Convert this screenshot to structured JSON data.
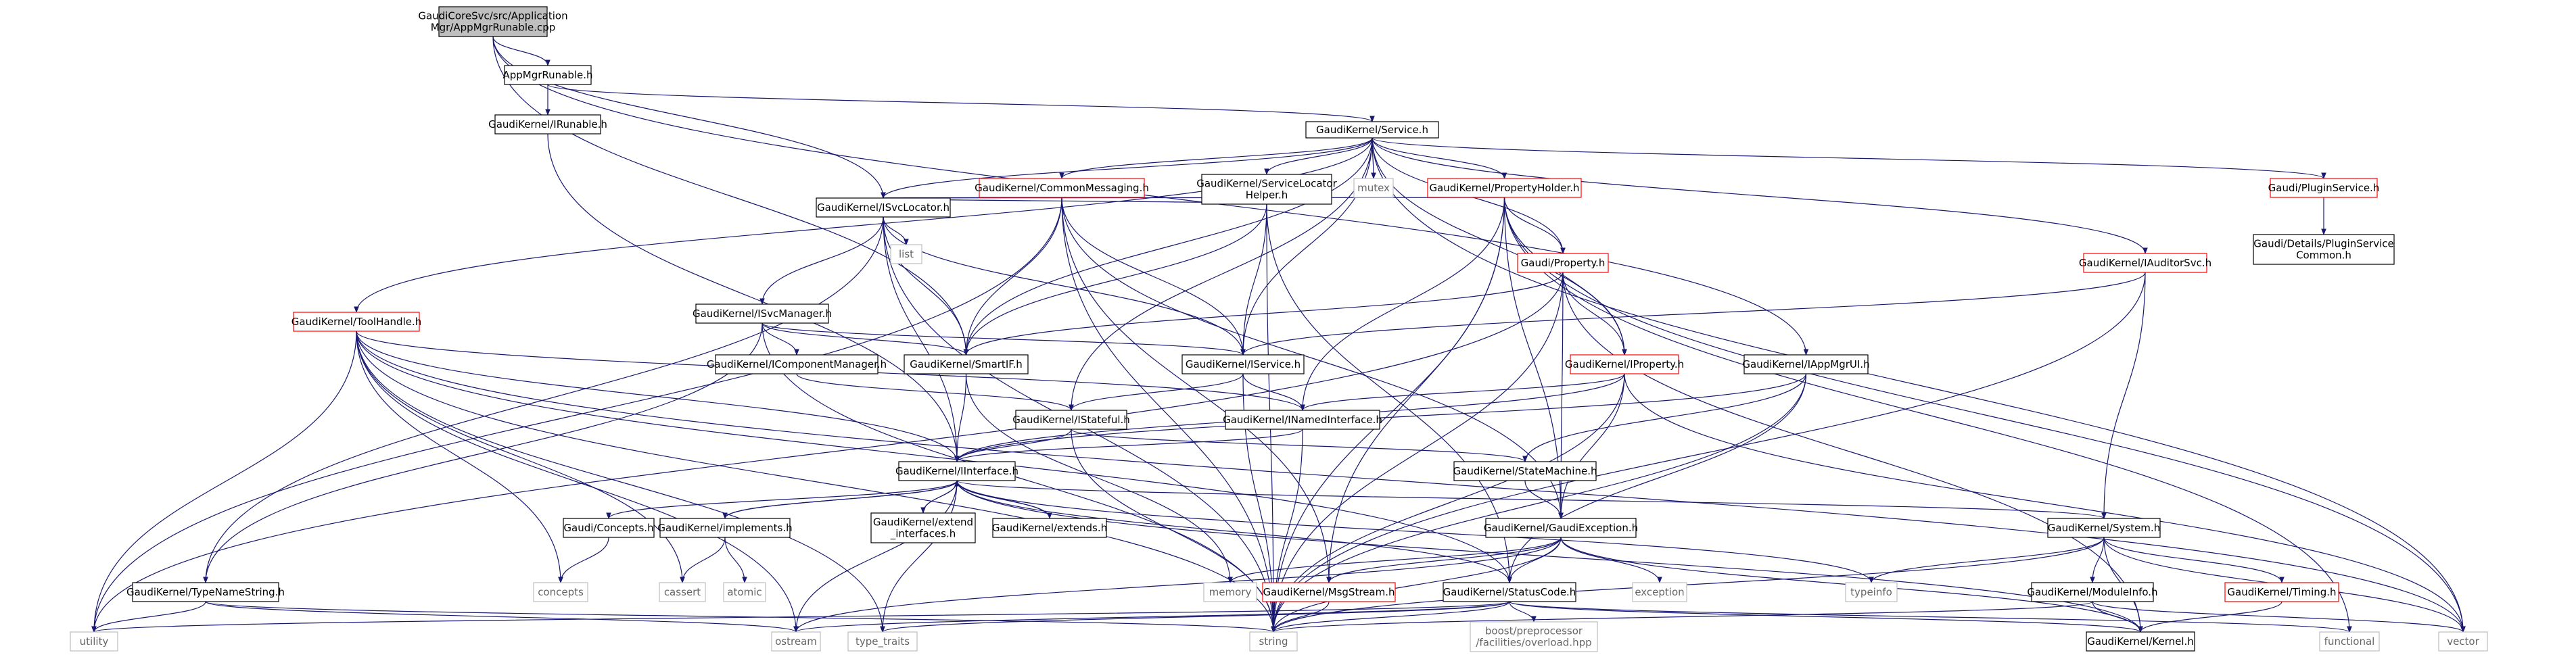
{
  "colors": {
    "edge": "#191970",
    "root_fill": "#bfbfbf",
    "red_border": "#ff0000",
    "grey_border": "#bfbfbf",
    "grey_text": "#666666"
  },
  "nodes": {
    "root": {
      "lines": [
        "GaudiCoreSvc/src/Application",
        "Mgr/AppMgrRunable.cpp"
      ],
      "style": "root"
    },
    "appmgrrunable": {
      "lines": [
        "AppMgrRunable.h"
      ],
      "style": "normal"
    },
    "irunable": {
      "lines": [
        "GaudiKernel/IRunable.h"
      ],
      "style": "normal"
    },
    "service": {
      "lines": [
        "GaudiKernel/Service.h"
      ],
      "style": "normal"
    },
    "commonmessaging": {
      "lines": [
        "GaudiKernel/CommonMessaging.h"
      ],
      "style": "red"
    },
    "servicelocatorhelper": {
      "lines": [
        "GaudiKernel/ServiceLocator",
        "Helper.h"
      ],
      "style": "normal"
    },
    "mutex": {
      "lines": [
        "mutex"
      ],
      "style": "grey"
    },
    "propertyholder": {
      "lines": [
        "GaudiKernel/PropertyHolder.h"
      ],
      "style": "red"
    },
    "pluginservice": {
      "lines": [
        "Gaudi/PluginService.h"
      ],
      "style": "red"
    },
    "pluginservicecommon": {
      "lines": [
        "Gaudi/Details/PluginService",
        "Common.h"
      ],
      "style": "normal"
    },
    "isvclocator": {
      "lines": [
        "GaudiKernel/ISvcLocator.h"
      ],
      "style": "normal"
    },
    "list": {
      "lines": [
        "list"
      ],
      "style": "grey"
    },
    "property": {
      "lines": [
        "Gaudi/Property.h"
      ],
      "style": "red"
    },
    "iauditorsvc": {
      "lines": [
        "GaudiKernel/IAuditorSvc.h"
      ],
      "style": "red"
    },
    "isvcmanager": {
      "lines": [
        "GaudiKernel/ISvcManager.h"
      ],
      "style": "normal"
    },
    "tooLhandle": {
      "lines": [
        "GaudiKernel/ToolHandle.h"
      ],
      "style": "red"
    },
    "icomponentmanager": {
      "lines": [
        "GaudiKernel/IComponentManager.h"
      ],
      "style": "normal"
    },
    "smartif": {
      "lines": [
        "GaudiKernel/SmartIF.h"
      ],
      "style": "normal"
    },
    "iservice": {
      "lines": [
        "GaudiKernel/IService.h"
      ],
      "style": "normal"
    },
    "iproperty": {
      "lines": [
        "GaudiKernel/IProperty.h"
      ],
      "style": "red"
    },
    "iappmgrui": {
      "lines": [
        "GaudiKernel/IAppMgrUI.h"
      ],
      "style": "normal"
    },
    "istateful": {
      "lines": [
        "GaudiKernel/IStateful.h"
      ],
      "style": "normal"
    },
    "inamedinterface": {
      "lines": [
        "GaudiKernel/INamedInterface.h"
      ],
      "style": "normal"
    },
    "statemachine": {
      "lines": [
        "GaudiKernel/StateMachine.h"
      ],
      "style": "normal"
    },
    "iinterface": {
      "lines": [
        "GaudiKernel/IInterface.h"
      ],
      "style": "normal"
    },
    "concepts_h": {
      "lines": [
        "Gaudi/Concepts.h"
      ],
      "style": "normal"
    },
    "implements": {
      "lines": [
        "GaudiKernel/implements.h"
      ],
      "style": "normal"
    },
    "extend_interfaces": {
      "lines": [
        "GaudiKernel/extend",
        "_interfaces.h"
      ],
      "style": "normal"
    },
    "extends": {
      "lines": [
        "GaudiKernel/extends.h"
      ],
      "style": "normal"
    },
    "gaudiexception": {
      "lines": [
        "GaudiKernel/GaudiException.h"
      ],
      "style": "normal"
    },
    "system": {
      "lines": [
        "GaudiKernel/System.h"
      ],
      "style": "normal"
    },
    "typenamestring": {
      "lines": [
        "GaudiKernel/TypeNameString.h"
      ],
      "style": "normal"
    },
    "concepts": {
      "lines": [
        "concepts"
      ],
      "style": "grey"
    },
    "cassert": {
      "lines": [
        "cassert"
      ],
      "style": "grey"
    },
    "atomic": {
      "lines": [
        "atomic"
      ],
      "style": "grey"
    },
    "memory": {
      "lines": [
        "memory"
      ],
      "style": "grey"
    },
    "msgstream": {
      "lines": [
        "GaudiKernel/MsgStream.h"
      ],
      "style": "red"
    },
    "statuscode": {
      "lines": [
        "GaudiKernel/StatusCode.h"
      ],
      "style": "normal"
    },
    "exception": {
      "lines": [
        "exception"
      ],
      "style": "grey"
    },
    "typeinfo": {
      "lines": [
        "typeinfo"
      ],
      "style": "grey"
    },
    "moduleinfo": {
      "lines": [
        "GaudiKernel/ModuleInfo.h"
      ],
      "style": "normal"
    },
    "timing": {
      "lines": [
        "GaudiKernel/Timing.h"
      ],
      "style": "red"
    },
    "utility": {
      "lines": [
        "utility"
      ],
      "style": "grey"
    },
    "ostream": {
      "lines": [
        "ostream"
      ],
      "style": "grey"
    },
    "type_traits": {
      "lines": [
        "type_traits"
      ],
      "style": "grey"
    },
    "string": {
      "lines": [
        "string"
      ],
      "style": "grey"
    },
    "overload": {
      "lines": [
        "boost/preprocessor",
        "/facilities/overload.hpp"
      ],
      "style": "grey"
    },
    "kernel": {
      "lines": [
        "GaudiKernel/Kernel.h"
      ],
      "style": "normal"
    },
    "functional": {
      "lines": [
        "functional"
      ],
      "style": "grey"
    },
    "vector": {
      "lines": [
        "vector"
      ],
      "style": "grey"
    }
  },
  "edges": [
    [
      "root",
      "appmgrrunable"
    ],
    [
      "root",
      "isvclocator"
    ],
    [
      "root",
      "smartif"
    ],
    [
      "root",
      "iappmgrui"
    ],
    [
      "appmgrrunable",
      "irunable"
    ],
    [
      "appmgrrunable",
      "service"
    ],
    [
      "irunable",
      "iinterface"
    ],
    [
      "service",
      "commonmessaging"
    ],
    [
      "service",
      "servicelocatorhelper"
    ],
    [
      "service",
      "mutex"
    ],
    [
      "service",
      "propertyholder"
    ],
    [
      "service",
      "pluginservice"
    ],
    [
      "service",
      "isvclocator"
    ],
    [
      "service",
      "property"
    ],
    [
      "service",
      "iproperty"
    ],
    [
      "service",
      "iauditorsvc"
    ],
    [
      "service",
      "tooLhandle"
    ],
    [
      "service",
      "smartif"
    ],
    [
      "service",
      "iservice"
    ],
    [
      "service",
      "istateful"
    ],
    [
      "service",
      "vector"
    ],
    [
      "pluginservice",
      "pluginservicecommon"
    ],
    [
      "commonmessaging",
      "isvclocator"
    ],
    [
      "commonmessaging",
      "smartif"
    ],
    [
      "commonmessaging",
      "iservice"
    ],
    [
      "commonmessaging",
      "msgstream"
    ],
    [
      "commonmessaging",
      "gaudiexception"
    ],
    [
      "commonmessaging",
      "utility"
    ],
    [
      "commonmessaging",
      "string"
    ],
    [
      "servicelocatorhelper",
      "isvclocator"
    ],
    [
      "servicelocatorhelper",
      "smartif"
    ],
    [
      "servicelocatorhelper",
      "iservice"
    ],
    [
      "servicelocatorhelper",
      "statuscode"
    ],
    [
      "servicelocatorhelper",
      "string"
    ],
    [
      "propertyholder",
      "isvclocator"
    ],
    [
      "propertyholder",
      "property"
    ],
    [
      "propertyholder",
      "iproperty"
    ],
    [
      "propertyholder",
      "inamedinterface"
    ],
    [
      "propertyholder",
      "msgstream"
    ],
    [
      "propertyholder",
      "gaudiexception"
    ],
    [
      "propertyholder",
      "string"
    ],
    [
      "propertyholder",
      "vector"
    ],
    [
      "propertyholder",
      "functional"
    ],
    [
      "isvclocator",
      "list"
    ],
    [
      "isvclocator",
      "isvcmanager"
    ],
    [
      "isvclocator",
      "smartif"
    ],
    [
      "isvclocator",
      "iinterface"
    ],
    [
      "isvclocator",
      "typenamestring"
    ],
    [
      "isvclocator",
      "string"
    ],
    [
      "isvclocator",
      "iservice"
    ],
    [
      "isvcmanager",
      "icomponentmanager"
    ],
    [
      "isvcmanager",
      "iservice"
    ],
    [
      "isvcmanager",
      "smartif"
    ],
    [
      "isvcmanager",
      "typenamestring"
    ],
    [
      "isvcmanager",
      "string"
    ],
    [
      "icomponentmanager",
      "istateful"
    ],
    [
      "property",
      "iproperty"
    ],
    [
      "property",
      "smartif"
    ],
    [
      "property",
      "gaudiexception"
    ],
    [
      "property",
      "kernel"
    ],
    [
      "property",
      "utility"
    ],
    [
      "property",
      "string"
    ],
    [
      "iproperty",
      "inamedinterface"
    ],
    [
      "iproperty",
      "gaudiexception"
    ],
    [
      "iproperty",
      "iinterface"
    ],
    [
      "iproperty",
      "string"
    ],
    [
      "iproperty",
      "vector"
    ],
    [
      "iauditorsvc",
      "system"
    ],
    [
      "iauditorsvc",
      "iservice"
    ],
    [
      "iauditorsvc",
      "string"
    ],
    [
      "tooLhandle",
      "inamedinterface"
    ],
    [
      "tooLhandle",
      "iinterface"
    ],
    [
      "tooLhandle",
      "concepts"
    ],
    [
      "tooLhandle",
      "cassert"
    ],
    [
      "tooLhandle",
      "utility"
    ],
    [
      "tooLhandle",
      "ostream"
    ],
    [
      "tooLhandle",
      "type_traits"
    ],
    [
      "tooLhandle",
      "string"
    ],
    [
      "tooLhandle",
      "vector"
    ],
    [
      "tooLhandle",
      "statuscode"
    ],
    [
      "smartif",
      "iinterface"
    ],
    [
      "smartif",
      "memory"
    ],
    [
      "iservice",
      "istateful"
    ],
    [
      "iservice",
      "inamedinterface"
    ],
    [
      "iservice",
      "string"
    ],
    [
      "iappmgrui",
      "statemachine"
    ],
    [
      "iappmgrui",
      "iinterface"
    ],
    [
      "iappmgrui",
      "statuscode"
    ],
    [
      "iappmgrui",
      "string"
    ],
    [
      "istateful",
      "iinterface"
    ],
    [
      "istateful",
      "statemachine"
    ],
    [
      "istateful",
      "string"
    ],
    [
      "inamedinterface",
      "iinterface"
    ],
    [
      "inamedinterface",
      "string"
    ],
    [
      "statemachine",
      "gaudiexception"
    ],
    [
      "iinterface",
      "concepts_h"
    ],
    [
      "iinterface",
      "implements"
    ],
    [
      "iinterface",
      "extend_interfaces"
    ],
    [
      "iinterface",
      "extends"
    ],
    [
      "iinterface",
      "system"
    ],
    [
      "iinterface",
      "statuscode"
    ],
    [
      "iinterface",
      "kernel"
    ],
    [
      "iinterface",
      "ostream"
    ],
    [
      "iinterface",
      "type_traits"
    ],
    [
      "iinterface",
      "typeinfo"
    ],
    [
      "implements",
      "iinterface"
    ],
    [
      "extend_interfaces",
      "iinterface"
    ],
    [
      "extends",
      "iinterface"
    ],
    [
      "concepts_h",
      "concepts"
    ],
    [
      "implements",
      "cassert"
    ],
    [
      "implements",
      "atomic"
    ],
    [
      "gaudiexception",
      "memory"
    ],
    [
      "gaudiexception",
      "msgstream"
    ],
    [
      "gaudiexception",
      "statuscode"
    ],
    [
      "gaudiexception",
      "exception"
    ],
    [
      "gaudiexception",
      "kernel"
    ],
    [
      "gaudiexception",
      "string"
    ],
    [
      "gaudiexception",
      "ostream"
    ],
    [
      "msgstream",
      "string"
    ],
    [
      "statuscode",
      "overload"
    ],
    [
      "statuscode",
      "kernel"
    ],
    [
      "statuscode",
      "functional"
    ],
    [
      "statuscode",
      "utility"
    ],
    [
      "statuscode",
      "ostream"
    ],
    [
      "statuscode",
      "type_traits"
    ],
    [
      "statuscode",
      "string"
    ],
    [
      "system",
      "typeinfo"
    ],
    [
      "system",
      "moduleinfo"
    ],
    [
      "system",
      "timing"
    ],
    [
      "system",
      "kernel"
    ],
    [
      "system",
      "string"
    ],
    [
      "system",
      "vector"
    ],
    [
      "moduleinfo",
      "kernel"
    ],
    [
      "moduleinfo",
      "string"
    ],
    [
      "moduleinfo",
      "vector"
    ],
    [
      "timing",
      "kernel"
    ],
    [
      "typenamestring",
      "utility"
    ],
    [
      "typenamestring",
      "string"
    ],
    [
      "typenamestring",
      "ostream"
    ]
  ]
}
